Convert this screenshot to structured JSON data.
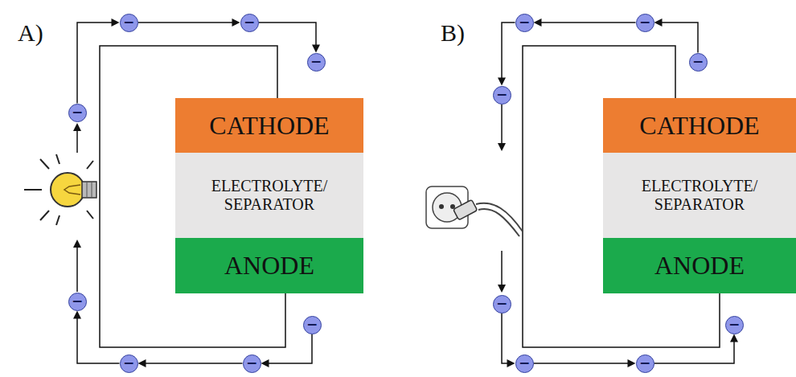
{
  "diagram": {
    "nodes": [
      {
        "text": [
          "CATHODE"
        ]
      },
      {
        "text": [
          "ELECTROLYTE/ SEPARATOR"
        ]
      },
      {
        "text": [
          "ANODE"
        ]
      },
      {
        "text": [
          "CATHODE"
        ]
      },
      {
        "text": [
          "ELECTROLYTE/ SEPARATOR"
        ]
      },
      {
        "text": [
          "ANODE"
        ]
      },
      {
        "text": [
          "−"
        ]
      },
      {
        "text": [
          "−"
        ]
      },
      {
        "text": [
          "−"
        ]
      },
      {
        "text": [
          "−"
        ]
      },
      {
        "text": [
          "−"
        ]
      },
      {
        "text": [
          "−"
        ]
      },
      {
        "text": [
          "−"
        ]
      },
      {
        "text": [
          "−"
        ]
      },
      {
        "text": [
          "−"
        ]
      },
      {
        "text": [
          "−"
        ]
      },
      {
        "text": [
          "−"
        ]
      },
      {
        "text": [
          "−"
        ]
      },
      {
        "text": [
          "−"
        ]
      },
      {
        "text": [
          "−"
        ]
      },
      {
        "text": [
          "−"
        ]
      },
      {
        "text": [
          "−"
        ]
      }
    ],
    "edges": [
      {
        "from": 0,
        "to": 2,
        "arrow": "none"
      },
      {
        "from": 9,
        "to": 6,
        "arrow": "to"
      },
      {
        "from": 6,
        "to": 7,
        "arrow": "to"
      },
      {
        "from": 7,
        "to": 8,
        "arrow": "to"
      },
      {
        "from": 13,
        "to": 12,
        "arrow": "to"
      },
      {
        "from": 12,
        "to": 11,
        "arrow": "to"
      },
      {
        "from": 11,
        "to": 10,
        "arrow": "to"
      },
      {
        "from": 3,
        "to": 5,
        "arrow": "none"
      },
      {
        "from": 16,
        "to": 15,
        "arrow": "to"
      },
      {
        "from": 15,
        "to": 14,
        "arrow": "to"
      },
      {
        "from": 14,
        "to": 17,
        "arrow": "to"
      },
      {
        "from": 18,
        "to": 19,
        "arrow": "to"
      },
      {
        "from": 19,
        "to": 20,
        "arrow": "to"
      },
      {
        "from": 20,
        "to": 21,
        "arrow": "to"
      }
    ],
    "labels": [
      "A)",
      "B)"
    ]
  }
}
